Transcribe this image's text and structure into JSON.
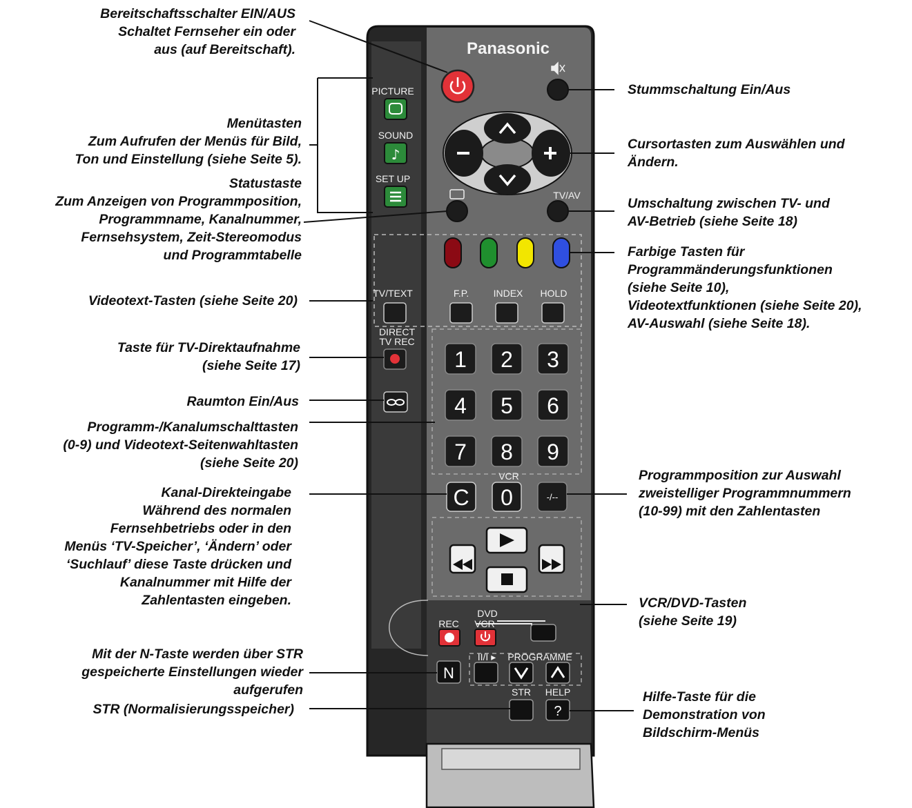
{
  "brand": "Panasonic",
  "remote": {
    "side_labels": {
      "picture": "PICTURE",
      "sound": "SOUND",
      "setup": "SET  UP",
      "tvtext": "TV/TEXT",
      "direct": "DIRECT",
      "tvrec": "TV REC"
    },
    "top_labels": {
      "tvav": "TV/AV",
      "fp": "F.P.",
      "index": "INDEX",
      "hold": "HOLD"
    },
    "numbers": [
      "1",
      "2",
      "3",
      "4",
      "5",
      "6",
      "7",
      "8",
      "9"
    ],
    "vcr_label": "VCR",
    "c_key": "C",
    "zero_key": "0",
    "dash_key": "-/--",
    "lower_labels": {
      "dvd": "DVD",
      "rec": "REC",
      "vcr": "VCR",
      "programme": "PROGRAMME",
      "n_key": "N",
      "str": "STR",
      "help": "HELP",
      "help_key": "?",
      "play_pause": "II/I ▸"
    }
  },
  "annotations": {
    "standby": [
      "Bereitschaftsschalter EIN/AUS",
      "Schaltet Fernseher ein oder",
      "aus (auf Bereitschaft)."
    ],
    "menu": [
      "Menütasten",
      "Zum Aufrufen der Menüs für Bild,",
      "Ton und Einstellung (siehe Seite 5)."
    ],
    "status": [
      "Statustaste",
      "Zum Anzeigen von Programmposition,",
      "Programmname, Kanalnummer,",
      "Fernsehsystem, Zeit-Stereomodus",
      "und Programmtabelle"
    ],
    "videotext": [
      "Videotext-Tasten (siehe Seite 20)"
    ],
    "direct_rec": [
      "Taste für TV-Direktaufnahme",
      "(siehe Seite 17)"
    ],
    "surround": [
      "Raumton Ein/Aus"
    ],
    "program_keys": [
      "Programm-/Kanalumschalttasten",
      "(0-9) und Videotext-Seitenwahltasten",
      "(siehe Seite 20)"
    ],
    "channel_direct": [
      "Kanal-Direkteingabe",
      "Während des normalen",
      "Fernsehbetriebs oder in den",
      "Menüs ‘TV-Speicher’, ‘Ändern’ oder",
      "‘Suchlauf’ diese Taste drücken und",
      "Kanalnummer mit Hilfe der",
      "Zahlentasten eingeben."
    ],
    "n_key": [
      "Mit der N-Taste werden über STR",
      "gespeicherte Einstellungen wieder",
      "aufgerufen"
    ],
    "str": [
      "STR (Normalisierungsspeicher)"
    ],
    "mute": [
      "Stummschaltung Ein/Aus"
    ],
    "cursor": [
      "Cursortasten zum Auswählen und",
      "Ändern."
    ],
    "tvav": [
      "Umschaltung zwischen TV- und",
      "AV-Betrieb (siehe Seite 18)"
    ],
    "colored": [
      "Farbige Tasten für",
      "Programmänderungsfunktionen",
      "(siehe Seite 10),",
      "Videotextfunktionen (siehe Seite 20),",
      "AV-Auswahl (siehe Seite 18)."
    ],
    "two_digit": [
      "Programmposition zur Auswahl",
      "zweistelliger Programmnummern",
      "(10-99) mit den Zahlentasten"
    ],
    "vcr_dvd": [
      "VCR/DVD-Tasten",
      "(siehe Seite 19)"
    ],
    "help": [
      "Hilfe-Taste für die",
      "Demonstration von",
      "Bildschirm-Menüs"
    ]
  },
  "colors": {
    "red_key": "#8b0a14",
    "green_key": "#1f8f2e",
    "yellow_key": "#f2e600",
    "blue_key": "#2f4fe0",
    "standby_key": "#e23238",
    "body_dark": "#2e2e2e",
    "body_light": "#6a6a6a"
  }
}
